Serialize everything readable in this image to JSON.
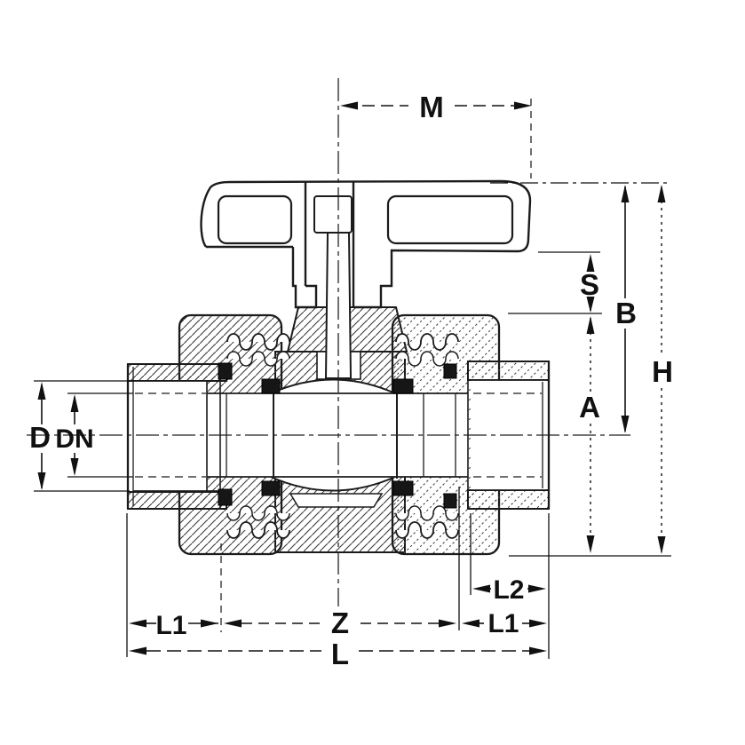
{
  "diagram": {
    "type": "technical-drawing",
    "subject": "Union ball valve cross-section with dimension callouts",
    "background_color": "#ffffff",
    "line_color": "#1b1b1b",
    "labels": {
      "M": "M",
      "S": "S",
      "B": "B",
      "H": "H",
      "A": "A",
      "D": "D",
      "DN": "DN",
      "L1_left": "L1",
      "Z": "Z",
      "L1_right": "L1",
      "L2": "L2",
      "L": "L"
    }
  }
}
